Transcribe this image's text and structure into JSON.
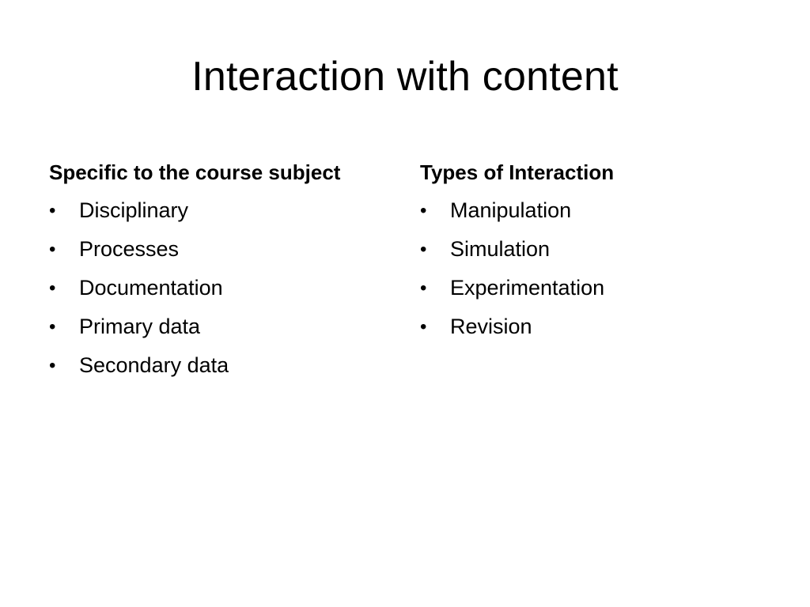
{
  "slide": {
    "title": "Interaction with content",
    "left_column": {
      "heading": "Specific to the course subject",
      "items": [
        "Disciplinary",
        "Processes",
        "Documentation",
        "Primary data",
        "Secondary data"
      ]
    },
    "right_column": {
      "heading": "Types of Interaction",
      "items": [
        "Manipulation",
        "Simulation",
        "Experimentation",
        "Revision"
      ]
    },
    "bullet_glyph": "•"
  }
}
